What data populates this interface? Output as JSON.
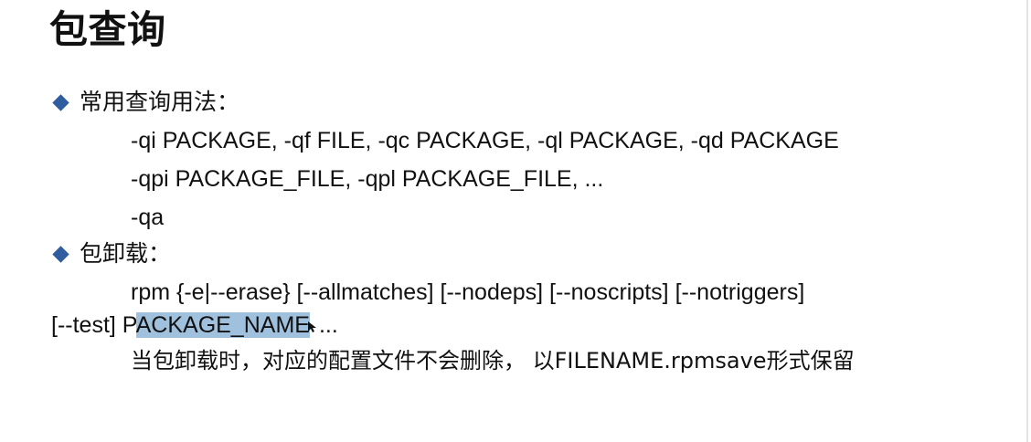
{
  "slide": {
    "title": "包查询",
    "sections": [
      {
        "heading": "常用查询用法：",
        "lines": [
          "-qi PACKAGE, -qf FILE, -qc PACKAGE, -ql PACKAGE, -qd PACKAGE",
          "-qpi PACKAGE_FILE, -qpl PACKAGE_FILE, ...",
          "-qa"
        ]
      },
      {
        "heading": "包卸载：",
        "rpm_line": "rpm {-e|--erase} [--allmatches] [--nodeps] [--noscripts] [--notriggers]",
        "continuation": {
          "before": "[--test] P",
          "highlight": "ACKAGE_NAME",
          "after": "..."
        },
        "note": "当包卸载时，对应的配置文件不会删除， 以FILENAME.rpmsave形式保留"
      }
    ]
  },
  "colors": {
    "bullet": "#2f5d9f",
    "highlight": "#9fc1dd",
    "text": "#111111",
    "background": "#ffffff"
  },
  "icons": {
    "bullet": "diamond-bullet-icon",
    "pointer": "mouse-pointer-icon"
  }
}
